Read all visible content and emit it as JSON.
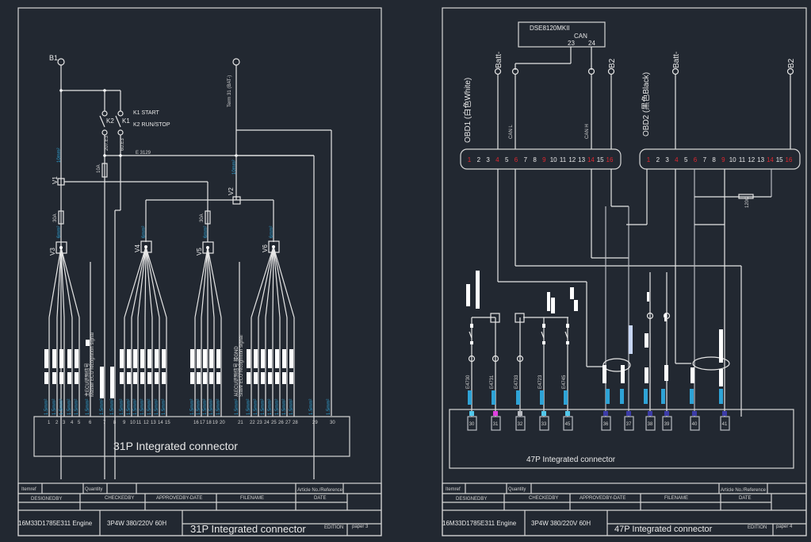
{
  "left_sheet": {
    "terminals": {
      "b1": "B1",
      "term31": "Term 31 (BAT-)"
    },
    "switches": {
      "k1": "K1",
      "k2": "K2",
      "k1_label": "K1 START",
      "k2_label": "K2 RUN/STOP"
    },
    "wire_ids": {
      "k2_out": "207.E3",
      "k1_out": "60.E3",
      "e3129": "E 3129"
    },
    "fuses": {
      "f_10a": "10A",
      "f_30a_1": "30A",
      "f_30a_2": "30A"
    },
    "junctions": [
      "V1",
      "V2",
      "V3",
      "V4",
      "V5",
      "V6"
    ],
    "cross_sections": {
      "main": "10mm²",
      "branch": "6mm²",
      "pin": "1.5mm²"
    },
    "signal_labels": {
      "master_cn": "主ECU识别信号",
      "master_en": "Master ECU recognition signal",
      "slave_cn": "从ECU识别信号 接GND",
      "slave_en": "Slave ECU recognition signal"
    },
    "pins": [
      "1",
      "2",
      "3",
      "4",
      "5",
      "6",
      "7",
      "8",
      "9",
      "10",
      "11",
      "12",
      "13",
      "14",
      "15",
      "16",
      "17",
      "18",
      "19",
      "20",
      "21",
      "22",
      "23",
      "24",
      "25",
      "26",
      "27",
      "28",
      "29",
      "30"
    ],
    "connector_title": "31P Integrated connector",
    "title_block": {
      "itemref": "Itemref",
      "quantity": "Quantity",
      "article": "Article No./Reference",
      "designedby": "DESIGNEDBY",
      "checkedby": "CHECKEDBY",
      "approvedby": "APPROVEDBY-DATE",
      "filename": "FILENAME",
      "date": "DATE",
      "engine": "16M33D1785E311 Engine",
      "power": "3P4W 380/220V 60H",
      "title": "31P Integrated connector",
      "edition": "EDITION",
      "paper": "paper 3"
    }
  },
  "right_sheet": {
    "controller": {
      "name": "DSE8120MKII",
      "bus": "CAN",
      "pin_a": "23",
      "pin_b": "24"
    },
    "terminals": {
      "batt_1": "Batt-",
      "b2_1": "B2",
      "batt_2": "Batt-",
      "b2_2": "B2"
    },
    "obd1": {
      "label": "OBD1 (白色White)",
      "pins": [
        "1",
        "2",
        "3",
        "4",
        "5",
        "6",
        "7",
        "8",
        "9",
        "10",
        "11",
        "12",
        "13",
        "14",
        "15",
        "16"
      ],
      "red_pins": [
        "1",
        "4",
        "6",
        "9",
        "14",
        "16"
      ]
    },
    "obd2": {
      "label": "OBD2 (黑色Black)",
      "pins": [
        "1",
        "2",
        "3",
        "4",
        "5",
        "6",
        "7",
        "8",
        "9",
        "10",
        "11",
        "12",
        "13",
        "14",
        "15",
        "16"
      ],
      "red_pins": [
        "1",
        "4",
        "6",
        "9",
        "14",
        "16"
      ]
    },
    "wire_tags": {
      "can_l": "CAN L",
      "can_h": "CAN H",
      "resistor": "120Ω"
    },
    "wire_ids": [
      "E4730",
      "E4731",
      "E4733",
      "E4723",
      "E4745"
    ],
    "pins": [
      "30",
      "31",
      "32",
      "33",
      "45",
      "36",
      "37",
      "38",
      "39",
      "40",
      "41"
    ],
    "connector_title": "47P Integrated connector",
    "title_block": {
      "itemref": "Itemref",
      "quantity": "Quantity",
      "article": "Article No./Reference",
      "designedby": "DESIGNEDBY",
      "checkedby": "CHECKEDBY",
      "approvedby": "APPROVEDBY-DATE",
      "filename": "FILENAME",
      "date": "DATE",
      "engine": "16M33D1785E311 Engine",
      "power": "3P4W 380/220V 60H",
      "title": "47P Integrated connector",
      "edition": "EDITION",
      "paper": "paper 4"
    }
  },
  "colors": {
    "background": "#222831",
    "line": "#e6e6e6",
    "cyan": "#2ea3d6",
    "red": "#e0272f",
    "magenta": "#e040e0"
  }
}
